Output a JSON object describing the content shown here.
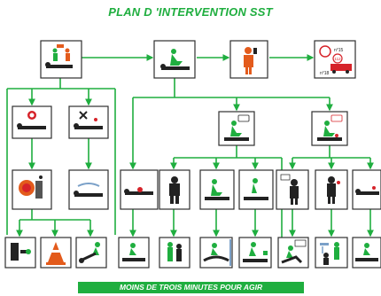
{
  "title": "PLAN D 'INTERVENTION SST",
  "footer": "MOINS DE TROIS MINUTES POUR AGIR",
  "badges": {
    "n15": "n°15",
    "n18": "n°18",
    "n112": "112"
  },
  "colors": {
    "green": "#1fae3f",
    "dark": "#222222",
    "orange": "#e35b1c",
    "red": "#d6232a"
  }
}
